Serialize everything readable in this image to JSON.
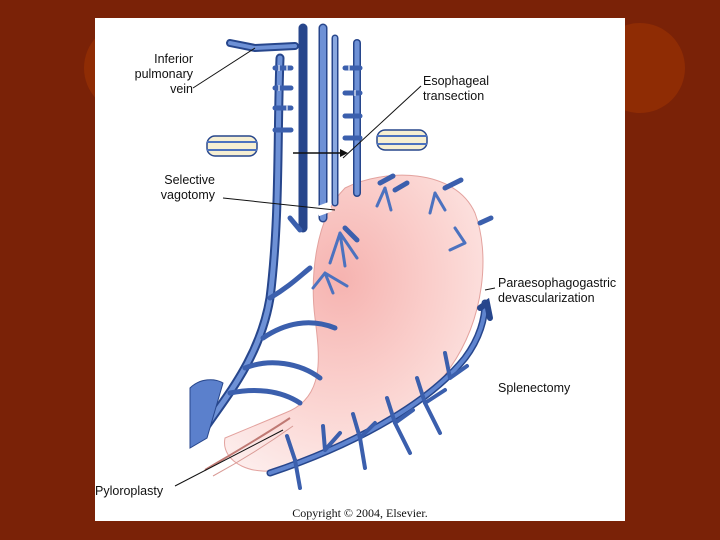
{
  "colors": {
    "background": "#7a2207",
    "accent_circle": "#8f2c04",
    "vessel": "#4c72bf",
    "vessel_dark": "#27468c",
    "stomach": "#f9cfcc"
  },
  "labels": {
    "inferior_pulmonary_vein": "Inferior pulmonary vein",
    "esophageal_transection": "Esophageal transection",
    "selective_vagotomy": "Selective vagotomy",
    "paraesophagogastric_devascularization": "Paraesophagogastric devascularization",
    "splenectomy": "Splenectomy",
    "pyloroplasty": "Pyloroplasty"
  },
  "label_lines": {
    "inferior_pulmonary_vein": [
      "Inferior",
      "pulmonary",
      "vein"
    ],
    "esophageal_transection": [
      "Esophageal",
      "transection"
    ],
    "selective_vagotomy": [
      "Selective",
      "vagotomy"
    ],
    "paraesophagogastric_devascularization": [
      "Paraesophagogastric",
      "devascularization"
    ],
    "splenectomy": [
      "Splenectomy"
    ],
    "pyloroplasty": [
      "Pyloroplasty"
    ]
  },
  "copyright": "Copyright © 2004, Elsevier."
}
